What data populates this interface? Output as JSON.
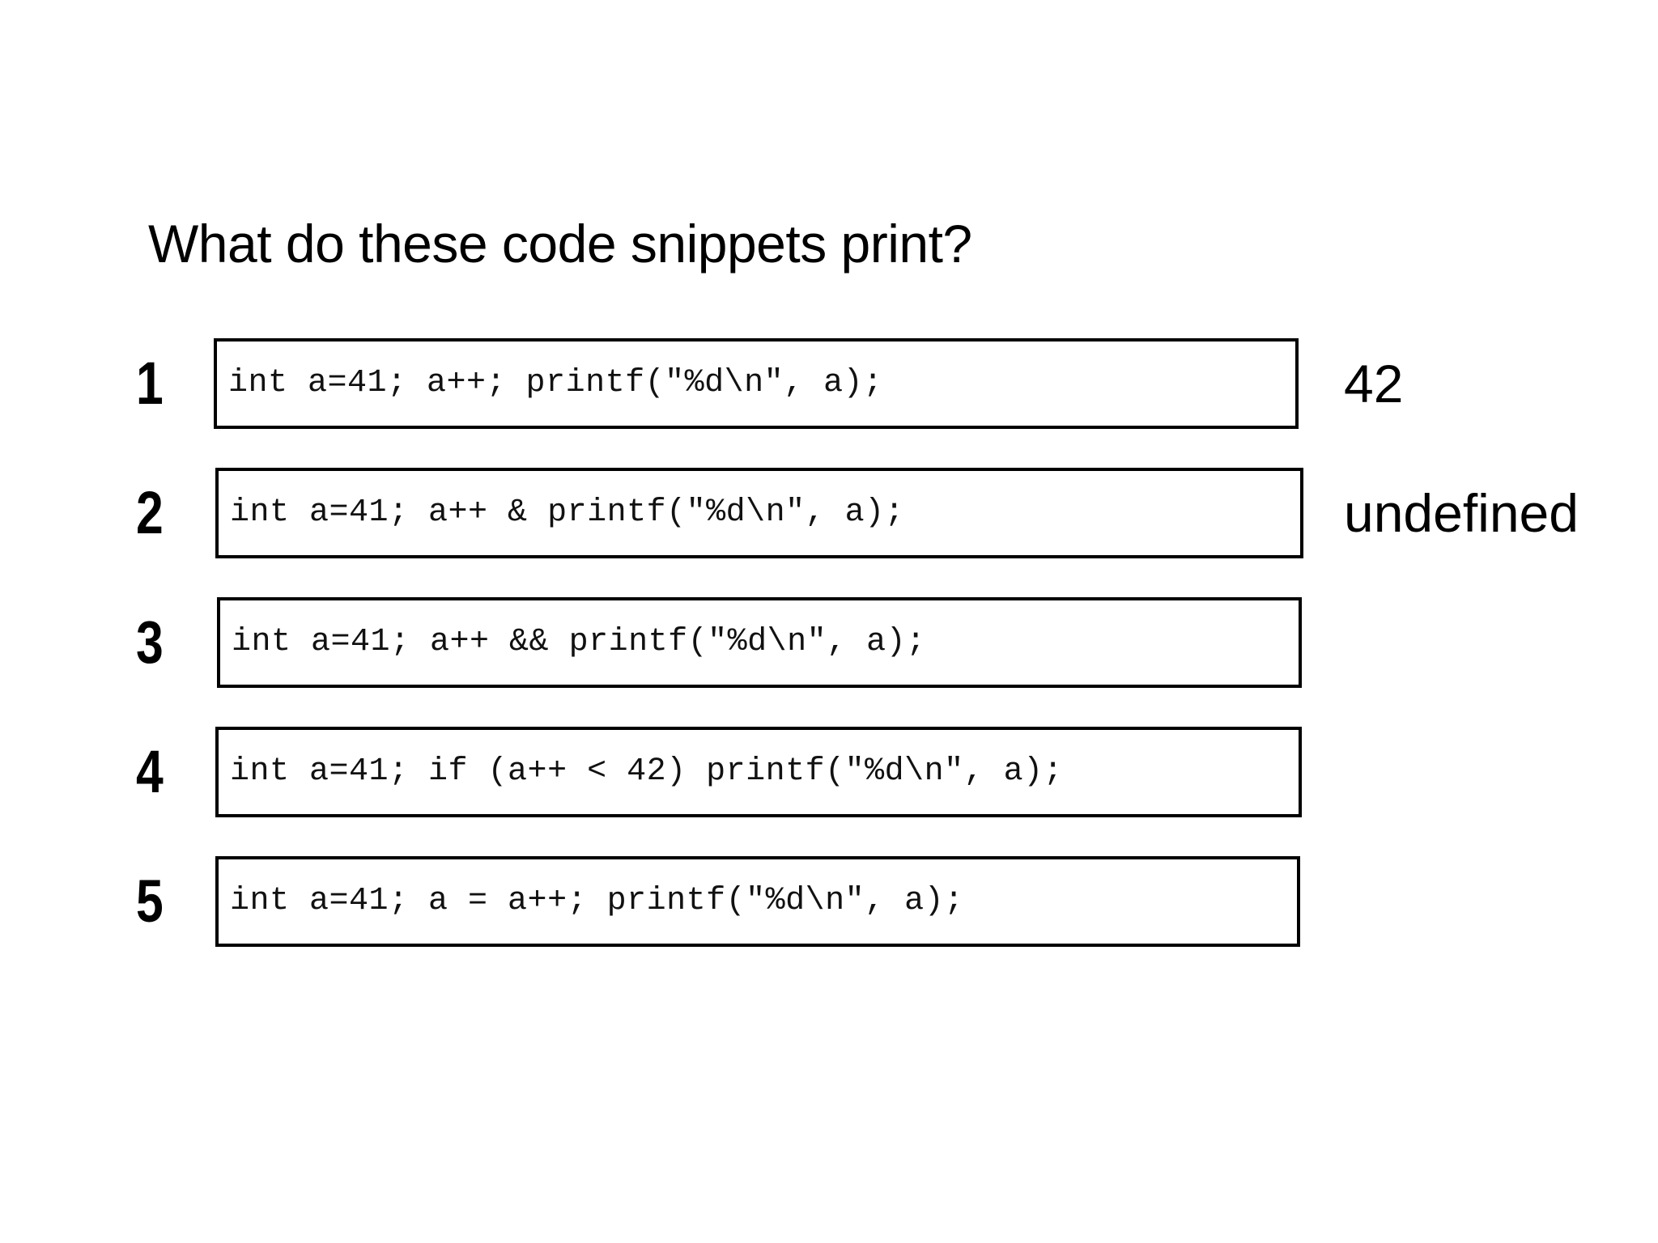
{
  "slide": {
    "title": "What do these code snippets print?",
    "background_color": "#ffffff",
    "text_color": "#000000",
    "border_color": "#000000"
  },
  "snippets": [
    {
      "number": "1",
      "code": "int a=41; a++; printf(\"%d\\n\", a);",
      "answer": "42"
    },
    {
      "number": "2",
      "code": "int a=41; a++ & printf(\"%d\\n\", a);",
      "answer": "undefined"
    },
    {
      "number": "3",
      "code": "int a=41; a++ && printf(\"%d\\n\", a);",
      "answer": ""
    },
    {
      "number": "4",
      "code": "int a=41; if (a++ < 42) printf(\"%d\\n\", a);",
      "answer": ""
    },
    {
      "number": "5",
      "code": "int a=41; a = a++; printf(\"%d\\n\", a);",
      "answer": ""
    }
  ]
}
